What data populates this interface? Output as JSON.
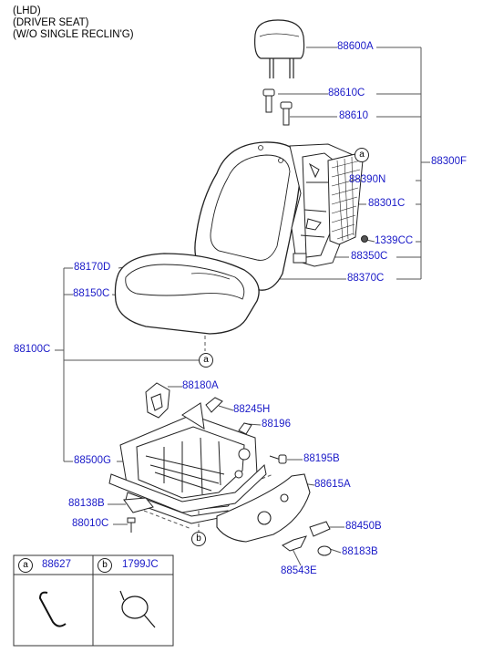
{
  "header": {
    "line1": "(LHD)",
    "line2": "(DRIVER SEAT)",
    "line3": "(W/O SINGLE RECLIN'G)"
  },
  "parts": {
    "p88600A": "88600A",
    "p88610C": "88610C",
    "p88610": "88610",
    "p88300F": "88300F",
    "p88390N": "88390N",
    "p88301C": "88301C",
    "p1339CC": "1339CC",
    "p88350C": "88350C",
    "p88370C": "88370C",
    "p88170D": "88170D",
    "p88150C": "88150C",
    "p88100C": "88100C",
    "p88180A": "88180A",
    "p88245H": "88245H",
    "p88196": "88196",
    "p88195B": "88195B",
    "p88500G": "88500G",
    "p88615A": "88615A",
    "p88138B": "88138B",
    "p88010C": "88010C",
    "p88450B": "88450B",
    "p88183B": "88183B",
    "p88543E": "88543E"
  },
  "callouts": {
    "a": "a",
    "b": "b"
  },
  "legend": {
    "a_letter": "a",
    "a_part": "88627",
    "b_letter": "b",
    "b_part": "1799JC"
  }
}
